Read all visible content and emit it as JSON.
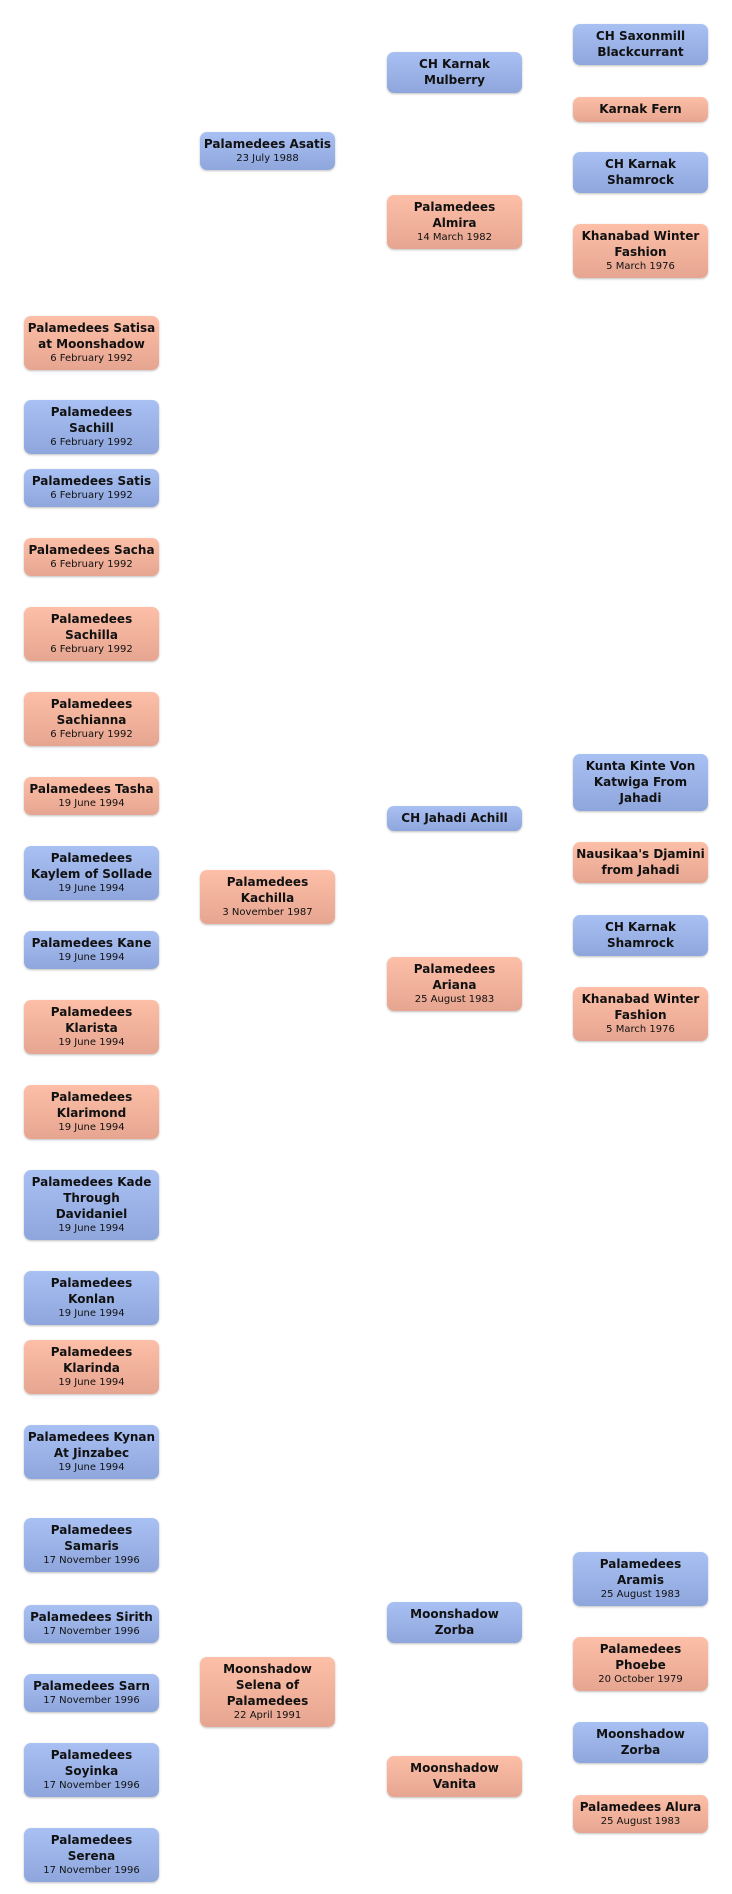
{
  "colors": {
    "male": "#9db4ea",
    "female": "#f6b39d"
  },
  "offspring": [
    {
      "name": "Palamedees Satisa at Moonshadow",
      "date": "6 February 1992",
      "sex": "female"
    },
    {
      "name": "Palamedees Sachill",
      "date": "6 February 1992",
      "sex": "male"
    },
    {
      "name": "Palamedees Satis",
      "date": "6 February 1992",
      "sex": "male"
    },
    {
      "name": "Palamedees Sacha",
      "date": "6 February 1992",
      "sex": "female"
    },
    {
      "name": "Palamedees Sachilla",
      "date": "6 February 1992",
      "sex": "female"
    },
    {
      "name": "Palamedees Sachianna",
      "date": "6 February 1992",
      "sex": "female"
    },
    {
      "name": "Palamedees Tasha",
      "date": "19 June 1994",
      "sex": "female"
    },
    {
      "name": "Palamedees Kaylem of Sollade",
      "date": "19 June 1994",
      "sex": "male"
    },
    {
      "name": "Palamedees Kane",
      "date": "19 June 1994",
      "sex": "male"
    },
    {
      "name": "Palamedees Klarista",
      "date": "19 June 1994",
      "sex": "female"
    },
    {
      "name": "Palamedees Klarimond",
      "date": "19 June 1994",
      "sex": "female"
    },
    {
      "name": "Palamedees Kade Through Davidaniel",
      "date": "19 June 1994",
      "sex": "male"
    },
    {
      "name": "Palamedees Konlan",
      "date": "19 June 1994",
      "sex": "male"
    },
    {
      "name": "Palamedees Klarinda",
      "date": "19 June 1994",
      "sex": "female"
    },
    {
      "name": "Palamedees Kynan At Jinzabec",
      "date": "19 June 1994",
      "sex": "male"
    },
    {
      "name": "Palamedees Samaris",
      "date": "17 November 1996",
      "sex": "male"
    },
    {
      "name": "Palamedees Sirith",
      "date": "17 November 1996",
      "sex": "male"
    },
    {
      "name": "Palamedees Sarn",
      "date": "17 November 1996",
      "sex": "male"
    },
    {
      "name": "Palamedees Soyinka",
      "date": "17 November 1996",
      "sex": "male"
    },
    {
      "name": "Palamedees Serena",
      "date": "17 November 1996",
      "sex": "male"
    }
  ],
  "parents": [
    {
      "name": "Palamedees Asatis",
      "date": "23 July 1988",
      "sex": "male"
    },
    {
      "name": "Palamedees Kachilla",
      "date": "3 November 1987",
      "sex": "female"
    },
    {
      "name": "Moonshadow Selena of Palamedees",
      "date": "22 April 1991",
      "sex": "female"
    }
  ],
  "grandparents": [
    {
      "name": "CH Karnak Mulberry",
      "date": "",
      "sex": "male"
    },
    {
      "name": "Palamedees Almira",
      "date": "14 March 1982",
      "sex": "female"
    },
    {
      "name": "CH Jahadi Achill",
      "date": "",
      "sex": "male"
    },
    {
      "name": "Palamedees Ariana",
      "date": "25 August 1983",
      "sex": "female"
    },
    {
      "name": "Moonshadow Zorba",
      "date": "",
      "sex": "male"
    },
    {
      "name": "Moonshadow Vanita",
      "date": "",
      "sex": "female"
    }
  ],
  "great_grandparents": [
    {
      "name": "CH Saxonmill Blackcurrant",
      "date": "",
      "sex": "male"
    },
    {
      "name": "Karnak Fern",
      "date": "",
      "sex": "female"
    },
    {
      "name": "CH Karnak Shamrock",
      "date": "",
      "sex": "male"
    },
    {
      "name": "Khanabad Winter Fashion",
      "date": "5 March 1976",
      "sex": "female"
    },
    {
      "name": "Kunta Kinte Von Katwiga From Jahadi",
      "date": "",
      "sex": "male"
    },
    {
      "name": "Nausikaa's Djamini from Jahadi",
      "date": "",
      "sex": "female"
    },
    {
      "name": "CH Karnak Shamrock",
      "date": "",
      "sex": "male"
    },
    {
      "name": "Khanabad Winter Fashion",
      "date": "5 March 1976",
      "sex": "female"
    },
    {
      "name": "Palamedees Aramis",
      "date": "25 August 1983",
      "sex": "male"
    },
    {
      "name": "Palamedees Phoebe",
      "date": "20 October 1979",
      "sex": "female"
    },
    {
      "name": "Moonshadow Zorba",
      "date": "",
      "sex": "male"
    },
    {
      "name": "Palamedees Alura",
      "date": "25 August 1983",
      "sex": "female"
    }
  ]
}
